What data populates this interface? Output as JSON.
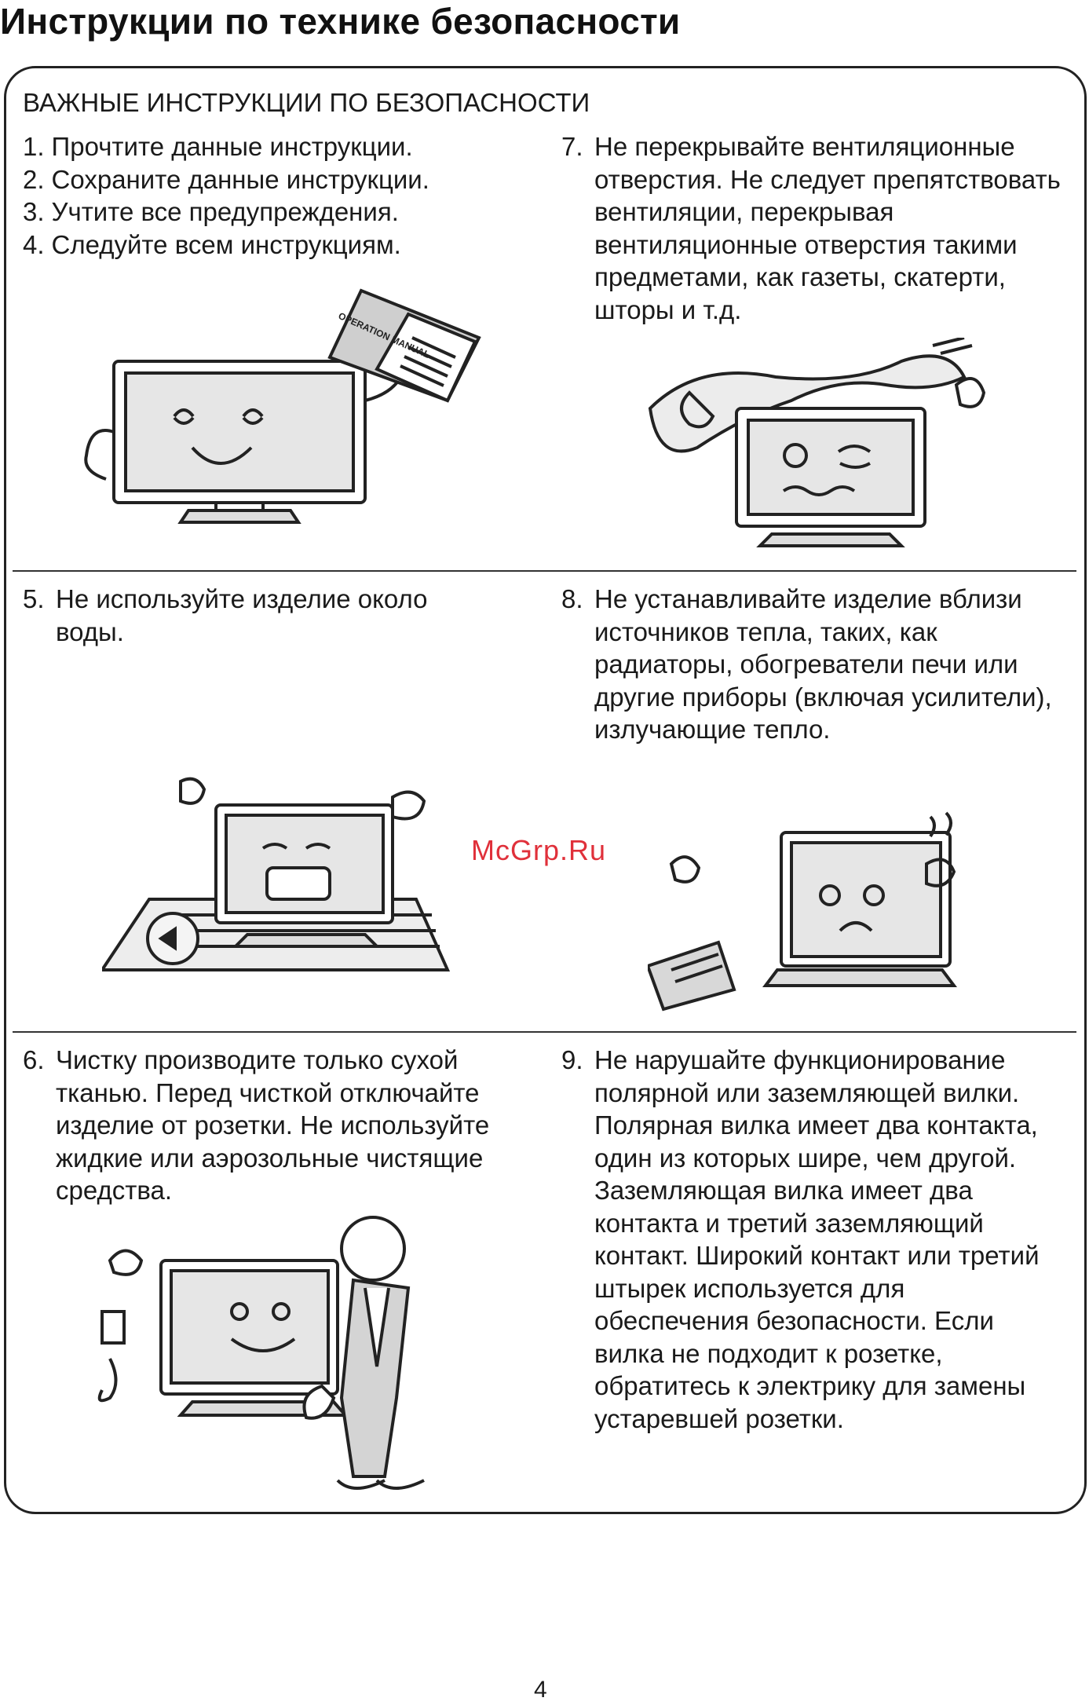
{
  "page_title": "Инструкции по технике безопасности",
  "subheading": "ВАЖНЫЕ ИНСТРУКЦИИ ПО БЕЗОПАСНОСТИ",
  "simple_items": [
    {
      "num": "1.",
      "text": "Прочтите данные инструкции."
    },
    {
      "num": "2.",
      "text": "Сохраните данные инструкции."
    },
    {
      "num": "3.",
      "text": "Учтите все предупреждения."
    },
    {
      "num": "4.",
      "text": "Следуйте всем инструкциям."
    }
  ],
  "items": {
    "i5": {
      "num": "5.",
      "text": "Не используйте изделие около воды."
    },
    "i6": {
      "num": "6.",
      "text": "Чистку производите только сухой тканью. Перед чисткой отключайте изделие от розетки. Не используйте жидкие или аэрозольные чистящие средства."
    },
    "i7": {
      "num": "7.",
      "text": "Не перекрывайте вентиляционные отверстия. Не следует препятствовать вентиляции, перекрывая вентиляционные отверстия такими предметами, как газеты, скатерти, шторы и т.д."
    },
    "i8": {
      "num": "8.",
      "text": "Не устанавливайте изделие вблизи источников тепла, таких, как радиаторы, обогреватели печи или другие приборы (включая усилители), излучающие тепло."
    },
    "i9": {
      "num": "9.",
      "text": "Не нарушайте функционирование полярной или заземляющей вилки. Полярная вилка имеет два контакта, один из которых шире, чем другой. Заземляющая вилка имеет два контакта и третий заземляющий контакт. Широкий контакт или третий штырек используется для обеспечения безопасности. Если вилка не подходит к розетке, обратитесь к электрику для замены устаревшей розетки."
    }
  },
  "manual_cover_text": "OPERATION MANUAL",
  "watermark": "McGrp.Ru",
  "page_number": "4"
}
